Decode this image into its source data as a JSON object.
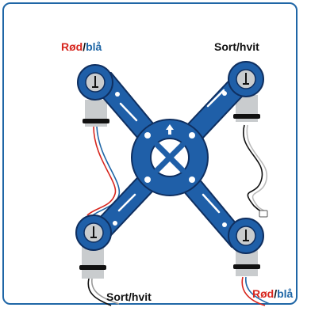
{
  "colors": {
    "frame": "#1f66a6",
    "frame_blue": "#1f5fa8",
    "frame_outline": "#0f2f60",
    "motor_grey": "#c9ccce",
    "red_label": "#d7261e",
    "blue_label": "#1f66a6",
    "black_label": "#111111"
  },
  "labels": {
    "top_left": {
      "part1": "Rød",
      "sep": "/",
      "part2": "blå"
    },
    "top_right": "Sort/hvit",
    "bottom_left": "Sort/hvit",
    "bottom_right": {
      "part1": "Rød",
      "sep": "/",
      "part2": "blå"
    }
  },
  "icons": {
    "arrow": "up-arrow-icon",
    "motor": "motor-icon",
    "connector": "plug-icon"
  }
}
